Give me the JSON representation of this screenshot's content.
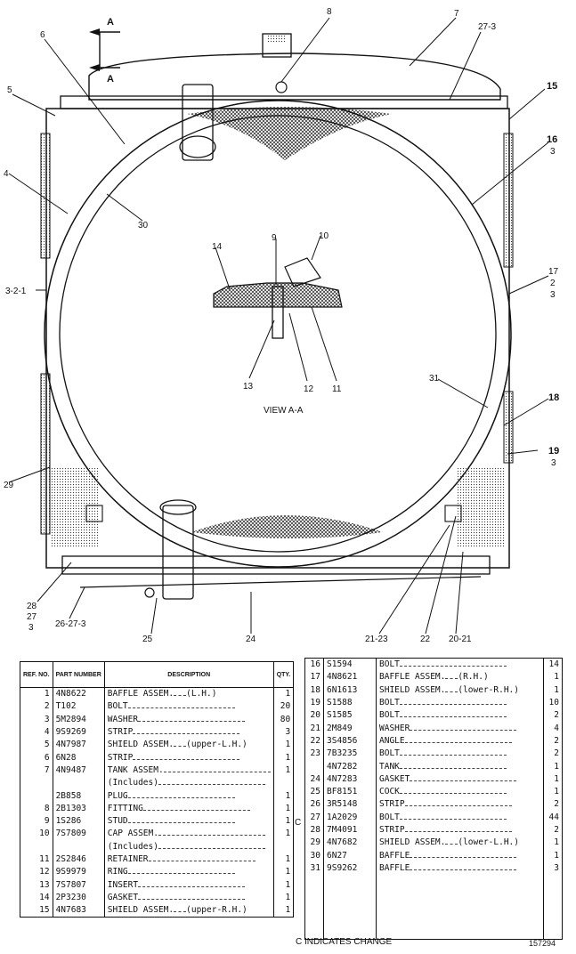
{
  "drawing": {
    "section_marks": [
      "A",
      "A"
    ],
    "view_label": "VIEW A-A",
    "callouts": [
      "8",
      "7",
      "27-3",
      "6",
      "5",
      "15",
      "16",
      "3",
      "4",
      "30",
      "14",
      "9",
      "10",
      "3-2-1",
      "17",
      "2",
      "3",
      "13",
      "12",
      "11",
      "31",
      "18",
      "19",
      "3",
      "29",
      "28",
      "27",
      "3",
      "26-27-3",
      "25",
      "24",
      "21-23",
      "22",
      "20-21"
    ]
  },
  "table_headers": {
    "ref_no": "REF. NO.",
    "part_number": "PART NUMBER",
    "description": "DESCRIPTION",
    "qty": "QTY."
  },
  "parts_left": [
    {
      "ref": "1",
      "pn": "4N8622",
      "desc": "BAFFLE ASSEM.",
      "note": "(L.H.)",
      "qty": "1"
    },
    {
      "ref": "2",
      "pn": "T102",
      "desc": "BOLT",
      "note": "",
      "qty": "20"
    },
    {
      "ref": "3",
      "pn": "5M2894",
      "desc": "WASHER",
      "note": "",
      "qty": "80"
    },
    {
      "ref": "4",
      "pn": "9S9269",
      "desc": "STRIP",
      "note": "",
      "qty": "3"
    },
    {
      "ref": "5",
      "pn": "4N7987",
      "desc": "SHIELD ASSEM.",
      "note": "(upper-L.H.)",
      "qty": "1"
    },
    {
      "ref": "6",
      "pn": "6N28",
      "desc": "STRIP",
      "note": "",
      "qty": "1"
    },
    {
      "ref": "7",
      "pn": "4N9487",
      "desc": "TANK ASSEM.",
      "note": "",
      "qty": "1"
    },
    {
      "ref": "",
      "pn": "",
      "desc": "(Includes)",
      "note": "",
      "qty": "",
      "indent": true
    },
    {
      "ref": "",
      "pn": "2B858",
      "desc": "PLUG",
      "note": "",
      "qty": "1",
      "indent": true
    },
    {
      "ref": "8",
      "pn": "2B1303",
      "desc": "FITTING",
      "note": "",
      "qty": "1",
      "indent": true
    },
    {
      "ref": "9",
      "pn": "1S286",
      "desc": "STUD",
      "note": "",
      "qty": "1",
      "indent": true
    },
    {
      "ref": "10",
      "pn": "7S7809",
      "desc": "CAP ASSEM.",
      "note": "",
      "qty": "1"
    },
    {
      "ref": "",
      "pn": "",
      "desc": "(Includes)",
      "note": "",
      "qty": "",
      "indent": true
    },
    {
      "ref": "11",
      "pn": "2S2846",
      "desc": "RETAINER",
      "note": "",
      "qty": "1",
      "indent": true
    },
    {
      "ref": "12",
      "pn": "9S9979",
      "desc": "RING",
      "note": "",
      "qty": "1",
      "indent": true
    },
    {
      "ref": "13",
      "pn": "7S7807",
      "desc": "INSERT",
      "note": "",
      "qty": "1",
      "indent": true
    },
    {
      "ref": "14",
      "pn": "2P3230",
      "desc": "GASKET",
      "note": "",
      "qty": "1",
      "indent": true
    },
    {
      "ref": "15",
      "pn": "4N7683",
      "desc": "SHIELD ASSEM.",
      "note": "(upper-R.H.)",
      "qty": "1"
    }
  ],
  "parts_right": [
    {
      "ref": "16",
      "pn": "S1594",
      "desc": "BOLT",
      "note": "",
      "qty": "14"
    },
    {
      "ref": "17",
      "pn": "4N8621",
      "desc": "BAFFLE ASSEM.",
      "note": "(R.H.)",
      "qty": "1"
    },
    {
      "ref": "18",
      "pn": "6N1613",
      "desc": "SHIELD ASSEM.",
      "note": "(lower-R.H.)",
      "qty": "1"
    },
    {
      "ref": "19",
      "pn": "S1588",
      "desc": "BOLT",
      "note": "",
      "qty": "10"
    },
    {
      "ref": "20",
      "pn": "S1585",
      "desc": "BOLT",
      "note": "",
      "qty": "2"
    },
    {
      "ref": "21",
      "pn": "2M849",
      "desc": "WASHER",
      "note": "",
      "qty": "4"
    },
    {
      "ref": "22",
      "pn": "3S4856",
      "desc": "ANGLE",
      "note": "",
      "qty": "2"
    },
    {
      "ref": "23",
      "pn": "7B3235",
      "desc": "BOLT",
      "note": "",
      "qty": "2"
    },
    {
      "ref": "",
      "pn": "4N7282",
      "desc": "TANK",
      "note": "",
      "qty": "1"
    },
    {
      "ref": "24",
      "pn": "4N7283",
      "desc": "GASKET",
      "note": "",
      "qty": "1"
    },
    {
      "ref": "25",
      "pn": "BF8151",
      "desc": "COCK",
      "note": "",
      "qty": "1"
    },
    {
      "ref": "26",
      "pn": "3R5148",
      "desc": "STRIP",
      "note": "",
      "qty": "2"
    },
    {
      "ref": "27",
      "pn": "1A2029",
      "desc": "BOLT",
      "note": "",
      "qty": "44"
    },
    {
      "ref": "28",
      "pn": "7M4091",
      "desc": "STRIP",
      "note": "",
      "qty": "2"
    },
    {
      "ref": "29",
      "pn": "4N7682",
      "desc": "SHIELD ASSEM.",
      "note": "(lower-L.H.)",
      "qty": "1"
    },
    {
      "ref": "30",
      "pn": "6N27",
      "desc": "BAFFLE",
      "note": "",
      "qty": "1"
    },
    {
      "ref": "31",
      "pn": "9S9262",
      "desc": "BAFFLE",
      "note": "",
      "qty": "3"
    },
    {
      "ref": "",
      "pn": "",
      "desc": "",
      "note": "",
      "qty": ""
    },
    {
      "ref": "",
      "pn": "",
      "desc": "",
      "note": "",
      "qty": ""
    },
    {
      "ref": "",
      "pn": "",
      "desc": "",
      "note": "",
      "qty": ""
    },
    {
      "ref": "",
      "pn": "",
      "desc": "",
      "note": "",
      "qty": ""
    },
    {
      "ref": "",
      "pn": "",
      "desc": "",
      "note": "",
      "qty": ""
    }
  ],
  "change_mark": "C",
  "footer": {
    "note": "C INDICATES CHANGE",
    "drawing_number": "157294"
  }
}
